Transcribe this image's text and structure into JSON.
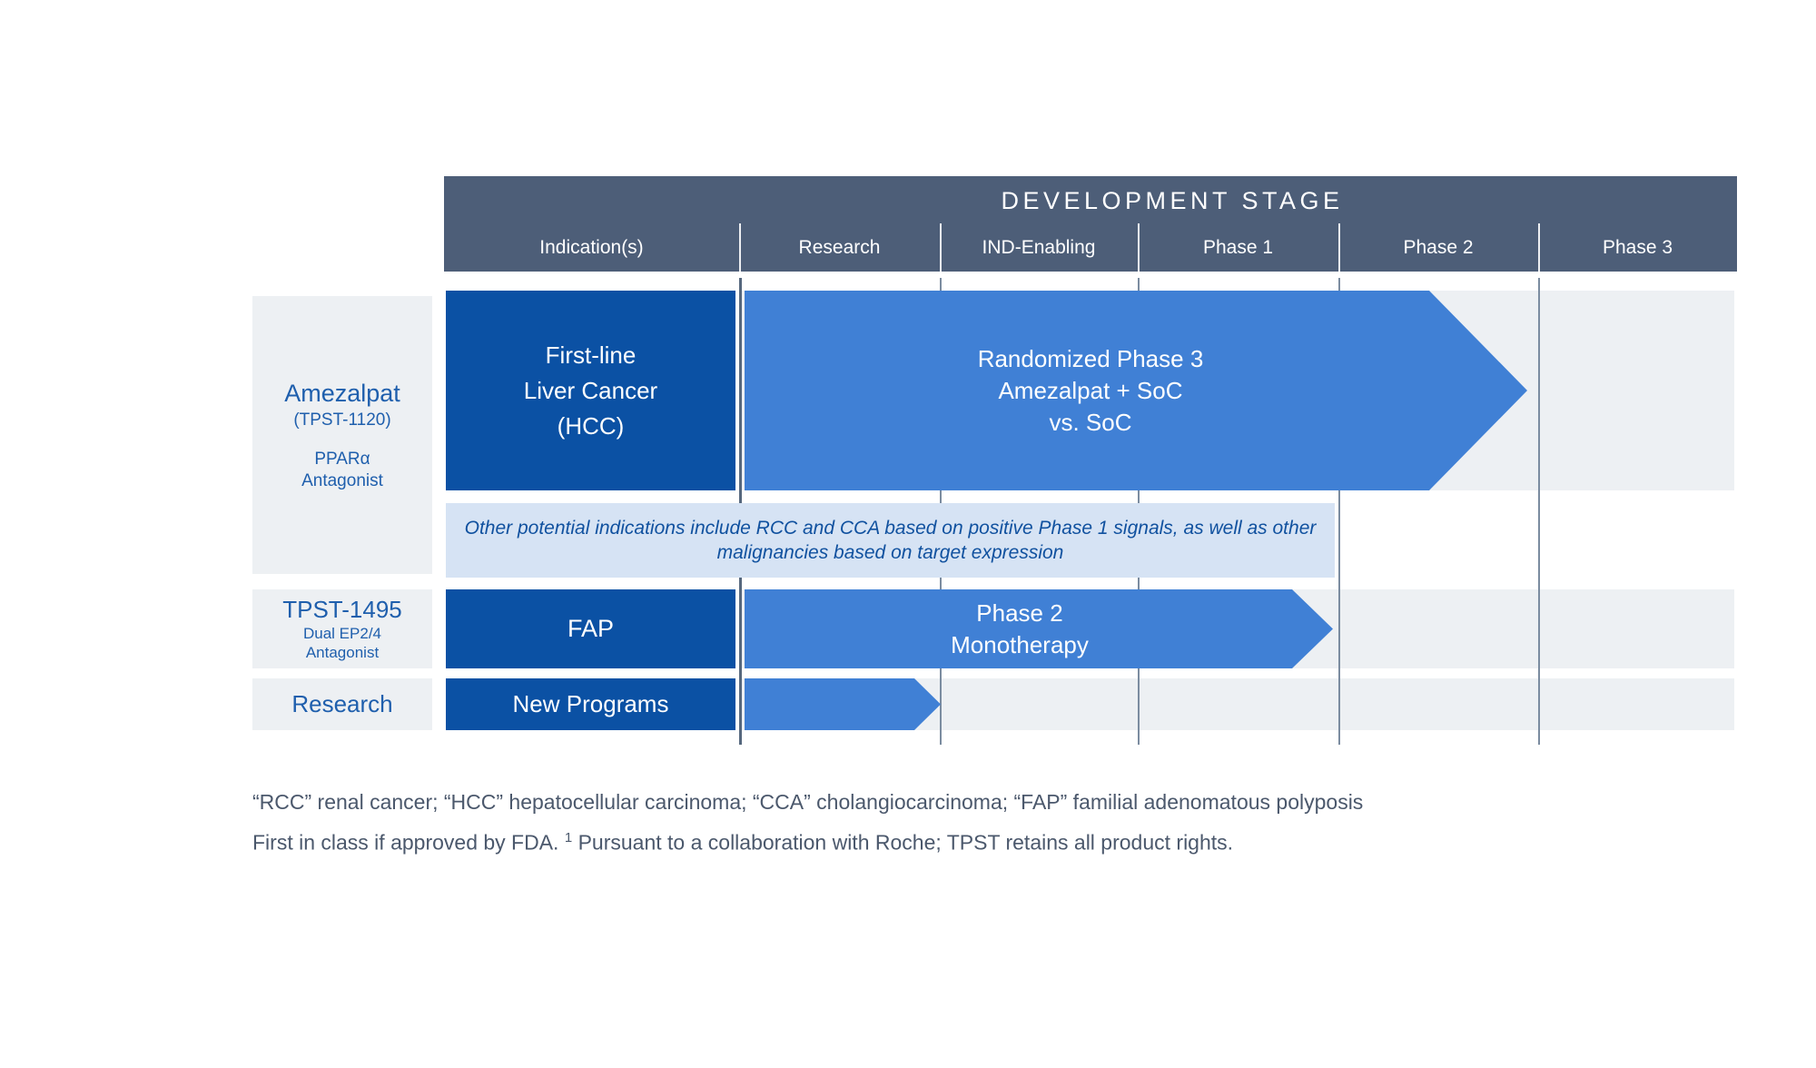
{
  "colors": {
    "header_bg": "#4d5e78",
    "dark_blue": "#0b51a4",
    "arrow_blue": "#4080d5",
    "row_bg": "#edf0f3",
    "note_bg": "#d6e3f4",
    "note_text": "#10519f",
    "program_text": "#1f5fad",
    "footnote_text": "#4b586c"
  },
  "header": {
    "title": "DEVELOPMENT STAGE",
    "columns": [
      {
        "label": "Indication(s)"
      },
      {
        "label": "Research"
      },
      {
        "label": "IND-Enabling"
      },
      {
        "label": "Phase 1"
      },
      {
        "label": "Phase 2"
      },
      {
        "label": "Phase 3"
      }
    ]
  },
  "pipeline": {
    "rows": [
      {
        "program": "Amezalpat",
        "program_detail": "(TPST-1120)",
        "mechanism": "PPARα\nAntagonist",
        "indication": "First-line\nLiver Cancer\n(HCC)",
        "stage_arrow": "Randomized Phase 3\nAmezalpat + SoC\nvs. SoC"
      },
      {
        "program": "TPST-1495",
        "mechanism": "Dual EP2/4\nAntagonist",
        "indication": "FAP",
        "stage_arrow": "Phase 2\nMonotherapy"
      },
      {
        "program": "Research",
        "indication": "New Programs",
        "stage_arrow": ""
      }
    ],
    "note": "Other potential indications include RCC and CCA based on positive Phase 1 signals, as well as other\nmalignancies based on target expression"
  },
  "footnotes": {
    "line1": "“RCC” renal cancer; “HCC” hepatocellular carcinoma; “CCA” cholangiocarcinoma; “FAP” familial adenomatous polyposis",
    "line2_pre": "First in class if approved by FDA. ",
    "line2_sup": "1",
    "line2_post": " Pursuant to a collaboration with Roche; TPST retains all product rights."
  }
}
